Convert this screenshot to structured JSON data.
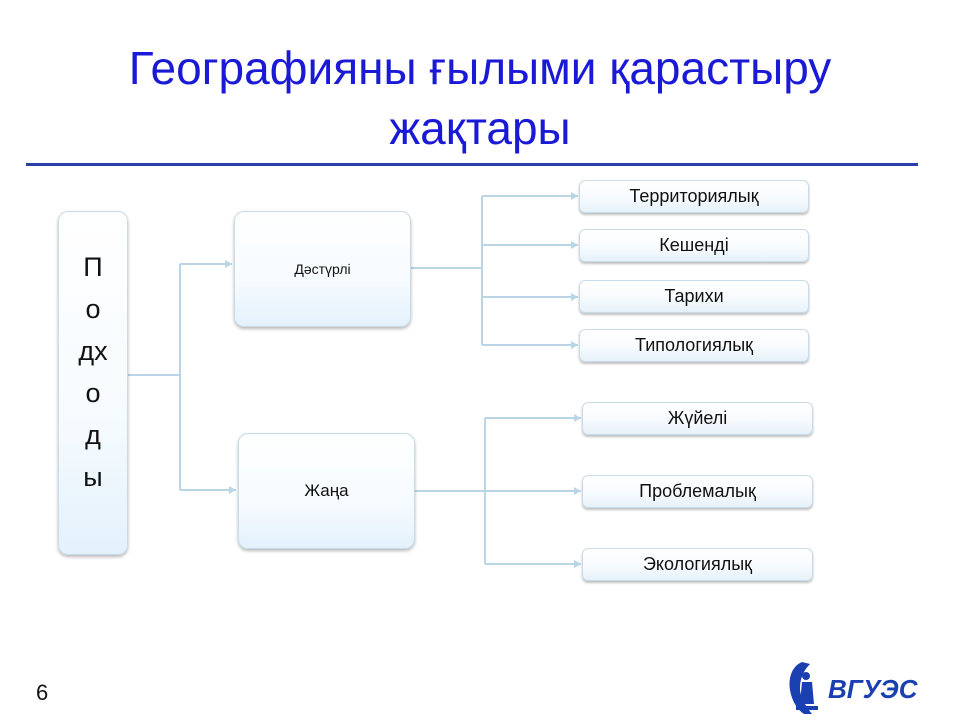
{
  "title": "Географияны ғылыми қарастыру жақтары",
  "root": {
    "label": "Подходы"
  },
  "branches": [
    {
      "label": "Дәстүрлі",
      "children": [
        "Территориялық",
        "Кешенді",
        "Тарихи",
        "Типологиялық"
      ]
    },
    {
      "label": "Жаңа",
      "children": [
        "Жүйелі",
        "Проблемалық",
        "Экологиялық"
      ]
    }
  ],
  "page_number": "6",
  "logo": {
    "icon": "university-emblem-icon",
    "text": "ВГУЭС",
    "color": "#1a3fb0"
  },
  "colors": {
    "title": "#1a1ad6",
    "rule": "#2a3fa8",
    "connector": "#b9d5e6"
  }
}
